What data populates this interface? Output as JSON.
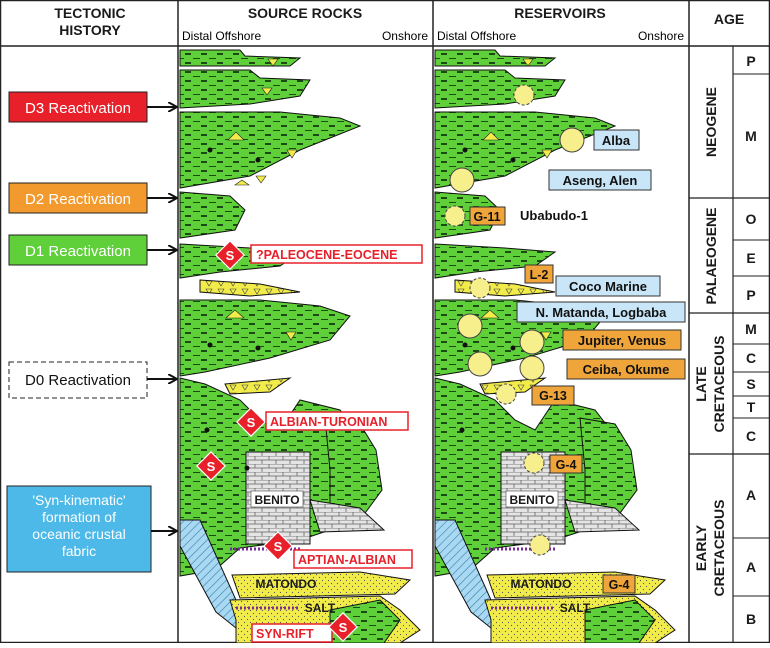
{
  "headers": {
    "tectonic": [
      "TECTONIC",
      "HISTORY"
    ],
    "source": "SOURCE ROCKS",
    "reservoirs": "RESERVOIRS",
    "age": "AGE"
  },
  "subheaders": {
    "source_left": "Distal Offshore",
    "source_right": "Onshore",
    "res_left": "Distal Offshore",
    "res_right": "Onshore"
  },
  "tectonic_events": [
    {
      "label": "D3 Reactivation",
      "color": "#e8202a"
    },
    {
      "label": "D2 Reactivation",
      "color": "#f39a2f"
    },
    {
      "label": "D1 Reactivation",
      "color": "#5fcf3a"
    },
    {
      "label": "D0 Reactivation",
      "color": "#ffffff"
    },
    {
      "label_lines": [
        "'Syn-kinematic'",
        "formation of",
        "oceanic crustal",
        "fabric"
      ],
      "color": "#4cb9e8"
    }
  ],
  "source_labels": [
    "?PALEOCENE-EOCENE",
    "ALBIAN-TURONIAN",
    "APTIAN-ALBIAN",
    "SYN-RIFT"
  ],
  "source_marker": "S",
  "formations": {
    "benito": "BENITO",
    "matondo": "MATONDO",
    "salt": "SALT"
  },
  "reservoir_blue": [
    "Alba",
    "Aseng, Alen",
    "Ubabudo-1",
    "Coco Marine",
    "N. Matanda, Logbaba"
  ],
  "reservoir_orange": [
    "G-11",
    "L-2",
    "Jupiter, Venus",
    "Ceiba, Okume",
    "G-13",
    "G-4",
    "G-4"
  ],
  "age": {
    "eras": [
      "NEOGENE",
      "PALAEOGENE",
      [
        "LATE",
        "CRETACEOUS"
      ],
      [
        "EARLY",
        "CRETACEOUS"
      ]
    ],
    "stages": [
      "P",
      "M",
      "O",
      "E",
      "P",
      "M",
      "C",
      "S",
      "T",
      "C",
      "A",
      "A",
      "B"
    ]
  },
  "colors": {
    "green": "#5fcf3a",
    "yellow": "#f2ec4a",
    "blue_box": "#c8e6f7",
    "orange_box": "#f0a53a",
    "red": "#e8202a"
  }
}
